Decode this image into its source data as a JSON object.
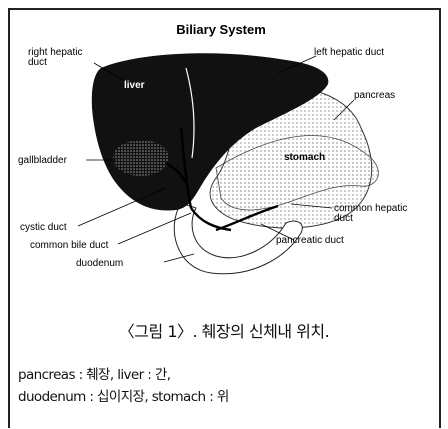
{
  "figure": {
    "title": "Biliary System",
    "labels": {
      "right_hepatic_duct_line1": "right hepatic",
      "right_hepatic_duct_line2": "duct",
      "liver": "liver",
      "left_hepatic_duct": "left hepatic duct",
      "pancreas": "pancreas",
      "gallbladder": "gallbladder",
      "stomach": "stomach",
      "common_hepatic_line1": "common hepatic",
      "common_hepatic_line2": "duct",
      "cystic_duct": "cystic duct",
      "pancreatic_duct": "pancreatic duct",
      "common_bile_duct": "common bile duct",
      "duodenum": "duodenum"
    }
  },
  "caption": "〈그림 1〉. 췌장의 신체내 위치.",
  "legend": {
    "line1": "pancreas : 췌장, liver : 간,",
    "line2": "duodenum : 십이지장, stomach : 위"
  }
}
